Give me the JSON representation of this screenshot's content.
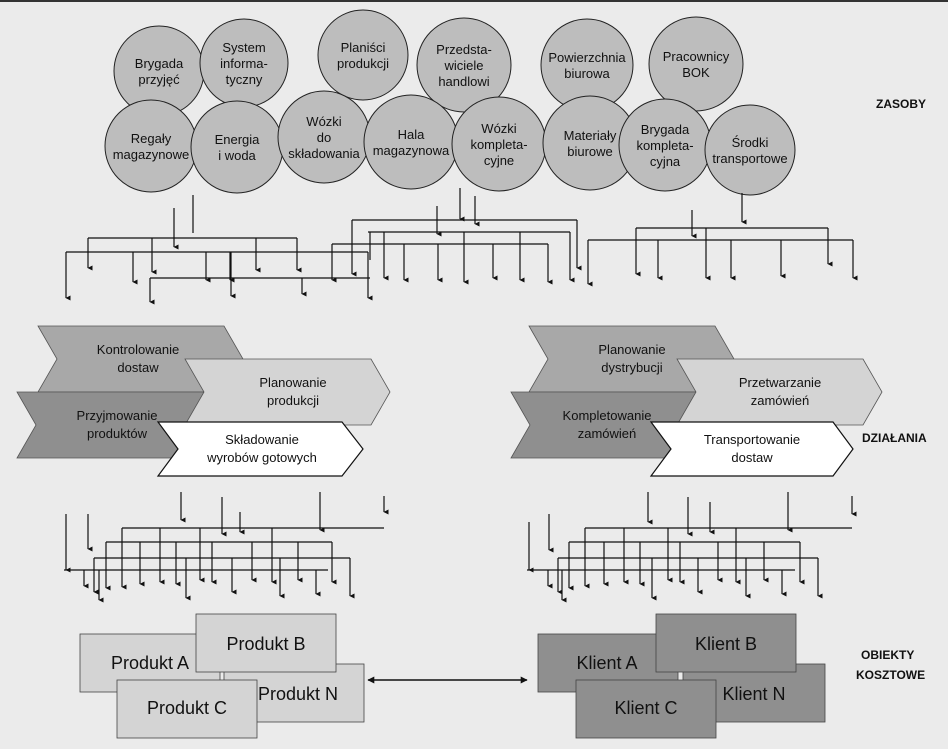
{
  "side_labels": {
    "zasoby": "ZASOBY",
    "dzialania": "DZIAŁANIA",
    "obiekty_1": "OBIEKTY",
    "obiekty_2": "KOSZTOWE"
  },
  "resources": [
    {
      "lines": [
        "Brygada",
        "przyjęć"
      ]
    },
    {
      "lines": [
        "System",
        "informa-",
        "tyczny"
      ]
    },
    {
      "lines": [
        "Planiści",
        "produkcji"
      ]
    },
    {
      "lines": [
        "Przedsta-",
        "wiciele",
        "handlowi"
      ]
    },
    {
      "lines": [
        "Powierzchnia",
        "biurowa"
      ]
    },
    {
      "lines": [
        "Pracownicy",
        "BOK"
      ]
    },
    {
      "lines": [
        "Regały",
        "magazynowe"
      ]
    },
    {
      "lines": [
        "Energia",
        "i woda"
      ]
    },
    {
      "lines": [
        "Wózki",
        "do",
        "składowania"
      ]
    },
    {
      "lines": [
        "Hala",
        "magazynowa"
      ]
    },
    {
      "lines": [
        "Wózki",
        "kompleta-",
        "cyjne"
      ]
    },
    {
      "lines": [
        "Materiały",
        "biurowe"
      ]
    },
    {
      "lines": [
        "Brygada",
        "kompleta-",
        "cyjna"
      ]
    },
    {
      "lines": [
        "Środki",
        "transportowe"
      ]
    }
  ],
  "activities_left": [
    {
      "lines": [
        "Kontrolowanie",
        "dostaw"
      ]
    },
    {
      "lines": [
        "Planowanie",
        "produkcji"
      ]
    },
    {
      "lines": [
        "Przyjmowanie",
        "produktów"
      ]
    },
    {
      "lines": [
        "Składowanie",
        "wyrobów gotowych"
      ]
    }
  ],
  "activities_right": [
    {
      "lines": [
        "Planowanie",
        "dystrybucji"
      ]
    },
    {
      "lines": [
        "Przetwarzanie",
        "zamówień"
      ]
    },
    {
      "lines": [
        "Kompletowanie",
        "zamówień"
      ]
    },
    {
      "lines": [
        "Transportowanie",
        "dostaw"
      ]
    }
  ],
  "products": [
    "Produkt A",
    "Produkt B",
    "Produkt N",
    "Produkt C"
  ],
  "clients": [
    "Klient A",
    "Klient B",
    "Klient N",
    "Klient C"
  ],
  "colors": {
    "background": "#ebebeb",
    "circle_fill": "#bdbdbd",
    "dark_gray": "#8f8f8f",
    "mid_gray": "#a8a8a8",
    "light_gray": "#d4d4d4",
    "white": "#ffffff",
    "stroke": "#111111"
  }
}
